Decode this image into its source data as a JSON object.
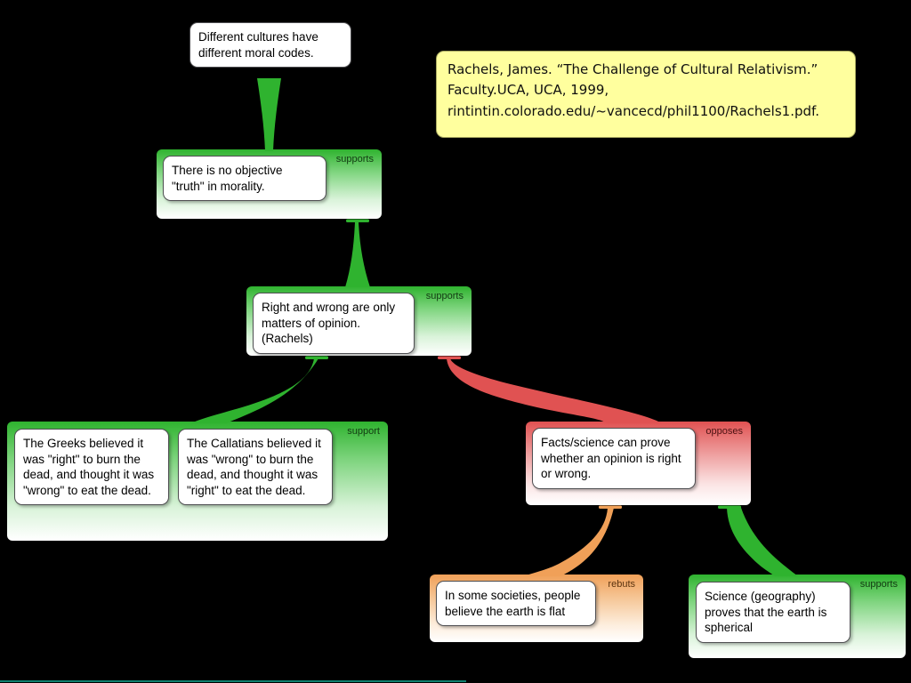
{
  "map": {
    "background": "#000000",
    "colors": {
      "supports": "#2FB32F",
      "opposes": "#E05252",
      "rebuts": "#F0A058",
      "note_background": "#FFFF9E"
    },
    "root_claim": {
      "text": "Different cultures have different moral codes."
    },
    "note": {
      "lines": [
        "Rachels, James. “The Challenge of Cultural Relativism.”",
        "Faculty.UCA, UCA, 1999,",
        "rintintin.colorado.edu/~vancecd/phil1100/Rachels1.pdf."
      ]
    },
    "groups": [
      {
        "relation": "supports",
        "label": "supports",
        "claims": [
          "There is no objective \"truth\" in morality."
        ]
      },
      {
        "relation": "supports",
        "label": "supports",
        "claims": [
          "Right and wrong are only matters of opinion. (Rachels)"
        ]
      },
      {
        "relation": "supports",
        "label": "support",
        "claims": [
          "The Greeks believed it was \"right\" to burn the dead, and thought it was \"wrong\" to eat the dead.",
          "The Callatians believed it was \"wrong\" to burn the dead, and thought it was \"right\" to eat the dead."
        ]
      },
      {
        "relation": "opposes",
        "label": "opposes",
        "claims": [
          "Facts/science can prove whether an opinion is right or wrong."
        ]
      },
      {
        "relation": "rebuts",
        "label": "rebuts",
        "claims": [
          "In some societies, people believe the earth is flat"
        ]
      },
      {
        "relation": "supports",
        "label": "supports",
        "claims": [
          "Science (geography) proves that the earth is spherical"
        ]
      }
    ]
  }
}
